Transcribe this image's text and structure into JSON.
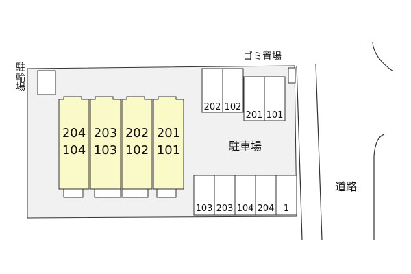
{
  "labels": {
    "bicycle_parking": [
      "駐",
      "輪",
      "場"
    ],
    "garbage": "ゴミ置場",
    "parking": "駐車場",
    "road": "道路"
  },
  "units": [
    {
      "upper": "204",
      "lower": "104"
    },
    {
      "upper": "203",
      "lower": "103"
    },
    {
      "upper": "202",
      "lower": "102"
    },
    {
      "upper": "201",
      "lower": "101"
    }
  ],
  "parking_upper": [
    "202",
    "102",
    "201",
    "101"
  ],
  "parking_lower": [
    "103",
    "203",
    "104",
    "204",
    "1"
  ],
  "colors": {
    "lot": "#f1f1f1",
    "building": "#fafac8",
    "stroke": "#333333"
  }
}
